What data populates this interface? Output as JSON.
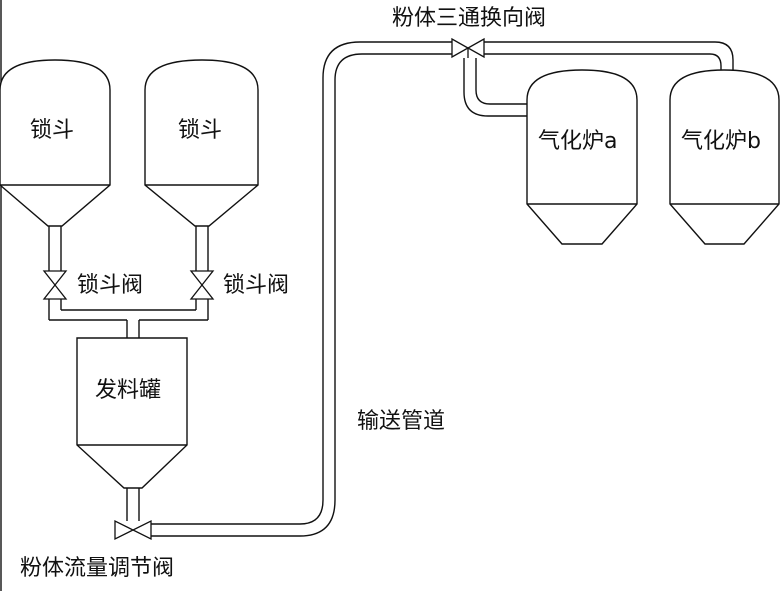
{
  "labels": {
    "lock_hopper_left": "锁斗",
    "lock_hopper_right": "锁斗",
    "lock_valve_left": "锁斗阀",
    "lock_valve_right": "锁斗阀",
    "feed_tank": "发料罐",
    "flow_valve": "粉体流量调节阀",
    "pipeline": "输送管道",
    "three_way_valve": "粉体三通换向阀",
    "gasifier_a": "气化炉a",
    "gasifier_b": "气化炉b"
  },
  "colors": {
    "line": "#111111",
    "background": "#ffffff"
  }
}
